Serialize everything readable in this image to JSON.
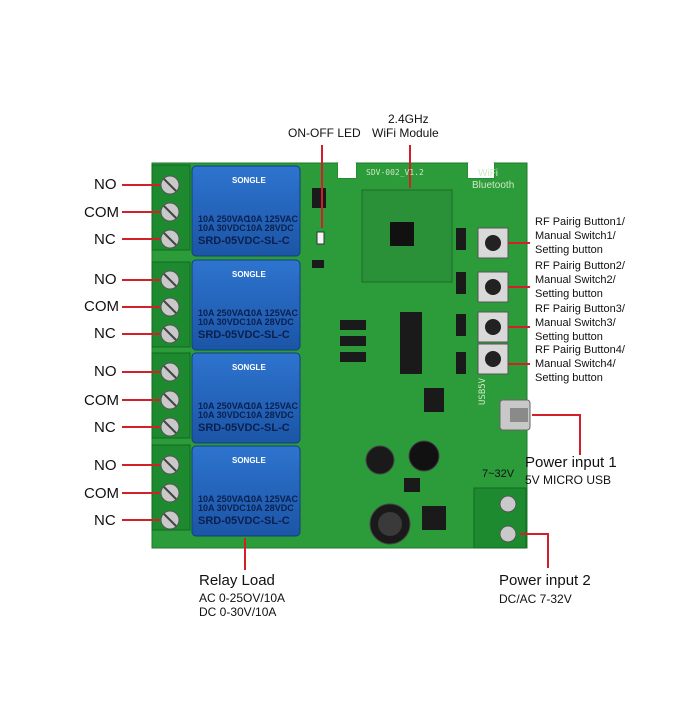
{
  "labels": {
    "led": "ON-OFF LED",
    "wifi_line1": "2.4GHz",
    "wifi_line2": "WiFi Module",
    "terminals": [
      "NO",
      "COM",
      "NC",
      "NO",
      "COM",
      "NC",
      "NO",
      "COM",
      "NC",
      "NO",
      "COM",
      "NC"
    ],
    "rf_buttons": [
      [
        "RF Pairig Button1/",
        "Manual Switch1/",
        "Setting button"
      ],
      [
        "RF Pairig Button2/",
        "Manual Switch2/",
        "Setting button"
      ],
      [
        "RF Pairig Button3/",
        "Manual Switch3/",
        "Setting button"
      ],
      [
        "RF Pairig Button4/",
        "Manual Switch4/",
        "Setting button"
      ]
    ],
    "power1_title": "Power input 1",
    "power1_sub": "5V MICRO USB",
    "power2_title": "Power input 2",
    "power2_sub": "DC/AC 7-32V",
    "relay_title": "Relay Load",
    "relay_ac": "AC 0-25OV/10A",
    "relay_dc": "DC 0-30V/10A"
  },
  "board": {
    "silkscreen_version": "SDV-002_V1.2",
    "wifi_line1": "WiFi",
    "wifi_line2": "Bluetooth",
    "usb_label": "USB5V",
    "dc_range": "7~32V",
    "relay_brand": "SONGLE",
    "relay_rating_left": [
      "10A 250VAC",
      "10A 30VDC"
    ],
    "relay_rating_right": [
      "10A 125VAC",
      "10A 28VDC"
    ],
    "relay_model": "SRD-05VDC-SL-C"
  },
  "colors": {
    "pcb": "#2c9b3a",
    "relay": "#1f5fb8",
    "terminal": "#1d8a2f",
    "callout_line": "#d21f2a"
  }
}
